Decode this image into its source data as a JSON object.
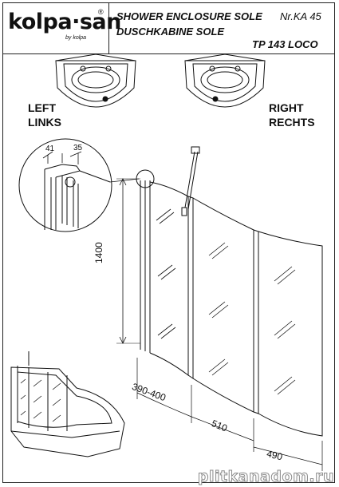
{
  "brand": {
    "name": "kolpa·san",
    "registered": "®",
    "tagline": "by kolpa"
  },
  "title": {
    "line1": "SHOWER ENCLOSURE SOLE",
    "line2": "DUSCHKABINE SOLE"
  },
  "code": {
    "nr": "Nr.KA 45",
    "model": "TP 143 LOCO"
  },
  "orientation": {
    "left": [
      "LEFT",
      "LINKS"
    ],
    "right": [
      "RIGHT",
      "RECHTS"
    ]
  },
  "dimensions": {
    "height": "1400",
    "profile_a": "41",
    "profile_b": "35",
    "panel_1": "390-400",
    "panel_2": "510",
    "panel_3": "490"
  },
  "watermark": "plitkanadom.ru"
}
